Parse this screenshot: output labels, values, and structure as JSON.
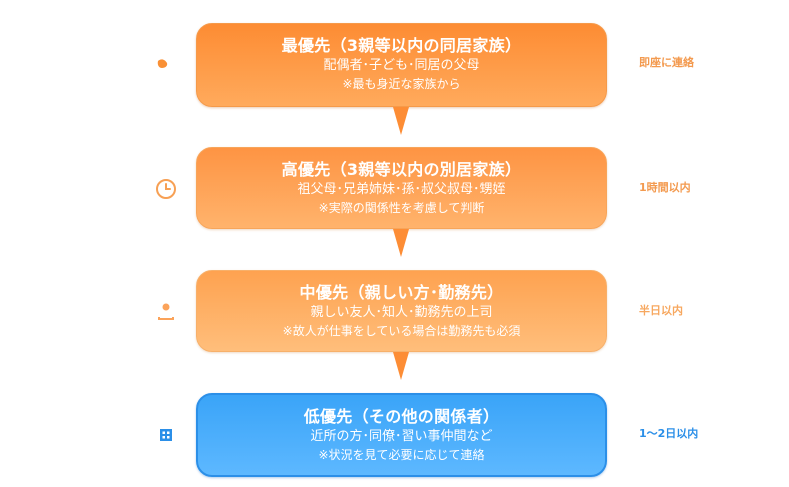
{
  "colors": {
    "orange_dark": "#fd8c33",
    "orange_mid": "#fe9443",
    "orange_light": "#fea250",
    "blue": "#3aa4f8",
    "timing_orange": "#f39a4f",
    "timing_blue": "#2b8fe8"
  },
  "tiers": [
    {
      "title": "最優先（3親等以内の同居家族）",
      "members": "配偶者･子ども･同居の父母",
      "note": "※最も身近な家族から",
      "timing": "即座に連絡",
      "icon": "flame-icon"
    },
    {
      "title": "高優先（3親等以内の別居家族）",
      "members": "祖父母･兄弟姉妹･孫･叔父叔母･甥姪",
      "note": "※実際の関係性を考慮して判断",
      "timing": "1時間以内",
      "icon": "clock-icon"
    },
    {
      "title": "中優先（親しい方･勤務先）",
      "members": "親しい友人･知人･勤務先の上司",
      "note": "※故人が仕事をしている場合は勤務先も必須",
      "timing": "半日以内",
      "icon": "person-icon"
    },
    {
      "title": "低優先（その他の関係者）",
      "members": "近所の方･同僚･習い事仲間など",
      "note": "※状況を見て必要に応じて連絡",
      "timing": "1〜2日以内",
      "icon": "building-icon"
    }
  ]
}
